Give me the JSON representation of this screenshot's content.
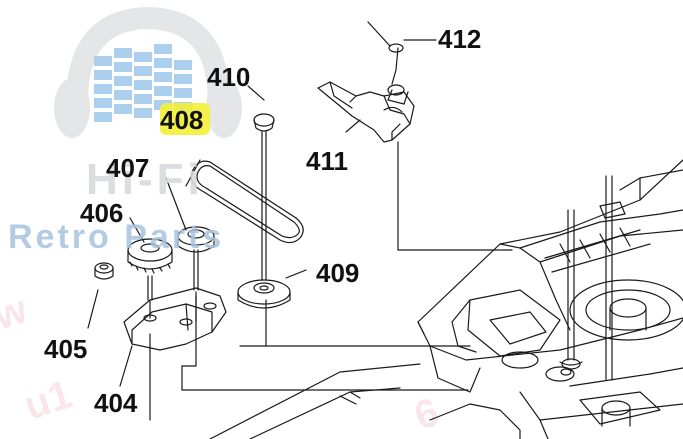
{
  "watermark": {
    "line1": "Hi-Fi",
    "line2": "Retro Parts"
  },
  "labels": {
    "p404": "404",
    "p405": "405",
    "p406": "406",
    "p407": "407",
    "p408": "408",
    "p409": "409",
    "p410": "410",
    "p411": "411",
    "p412": "412"
  },
  "colors": {
    "highlight": "#f3ef3a",
    "watermark_blue": "#4f95d6",
    "line": "#1a1a1a"
  }
}
